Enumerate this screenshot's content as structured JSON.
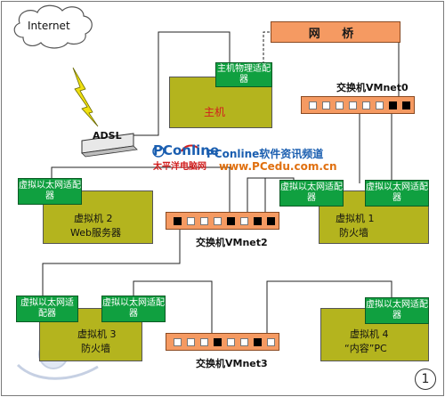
{
  "cloud": {
    "label": "Internet"
  },
  "adsl": {
    "label": "ADSL"
  },
  "bridge": {
    "label": "网  桥"
  },
  "host": {
    "label": "主机",
    "adapter": "主机物理适配器"
  },
  "switches": {
    "vmnet0": "交换机VMnet0",
    "vmnet2": "交换机VMnet2",
    "vmnet3": "交换机VMnet3"
  },
  "vm_adapter_label": "虚拟以太网适配器",
  "vms": {
    "vm2": {
      "name": "虚拟机 2",
      "role": "Web服务器"
    },
    "vm1": {
      "name": "虚拟机 1",
      "role": "防火墙"
    },
    "vm3": {
      "name": "虚拟机 3",
      "role": "防火墙"
    },
    "vm4": {
      "name": "虚拟机 4",
      "role": "“内容”PC"
    }
  },
  "watermark": {
    "brand": "PConline",
    "brand_cn": "太平洋电脑网",
    "channel": "PConline软件资讯频道",
    "url": "www.PCedu.com.cn"
  },
  "figure_number": "1",
  "colors": {
    "host_fill": "#b4b41e",
    "adapter_fill": "#10a040",
    "switch_fill": "#f59a62",
    "lightning": "#f0e010",
    "accent_blue": "#1a5eb0"
  }
}
